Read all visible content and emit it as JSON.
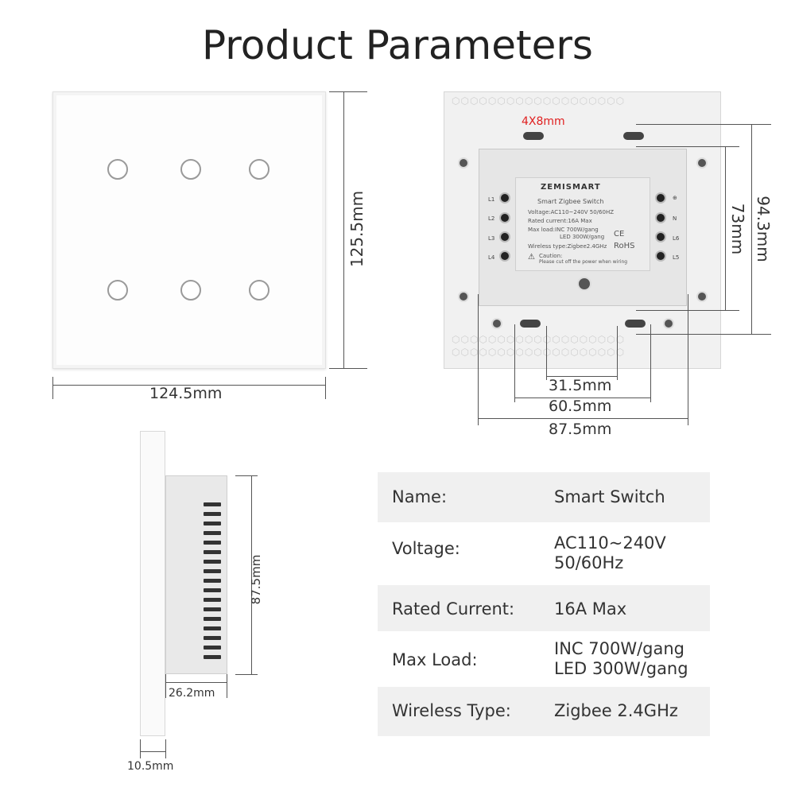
{
  "title": "Product Parameters",
  "front_view": {
    "width_label": "124.5mm",
    "height_label": "125.5mm"
  },
  "back_view": {
    "hole_label": "4X8mm",
    "hole_label_color": "#e02020",
    "inner_height_label": "73mm",
    "outer_height_label": "94.3mm",
    "dim_31": "31.5mm",
    "dim_60": "60.5mm",
    "dim_87": "87.5mm",
    "module": {
      "brand": "ZEMISMART",
      "product": "Smart Zigbee Switch",
      "voltage": "Voltage:AC110~240V   50/60HZ",
      "current": "Rated current:16A Max",
      "load1": "Max load:INC 700W/gang",
      "load2": "LED 300W/gang",
      "wireless": "Wireless type:Zigbee2.4GHz",
      "caution": "Caution:",
      "caution_text": "Please cut off the power when wiring",
      "cert": "CE",
      "rohs": "RoHS",
      "left_terminals": [
        "L1",
        "L2",
        "L3",
        "L4"
      ],
      "right_terminals": [
        "⊕",
        "N",
        "L6",
        "L5"
      ]
    }
  },
  "side_view": {
    "height_label": "87.5mm",
    "depth_label": "26.2mm",
    "panel_label": "10.5mm"
  },
  "specs": [
    {
      "label": "Name:",
      "value": [
        "Smart Switch"
      ]
    },
    {
      "label": "Voltage:",
      "value": [
        "AC110~240V",
        "50/60Hz"
      ]
    },
    {
      "label": "Rated Current:",
      "value": [
        "16A Max"
      ]
    },
    {
      "label": "Max Load:",
      "value": [
        "INC 700W/gang",
        "LED 300W/gang"
      ]
    },
    {
      "label": "Wireless  Type:",
      "value": [
        "Zigbee 2.4GHz"
      ]
    }
  ]
}
